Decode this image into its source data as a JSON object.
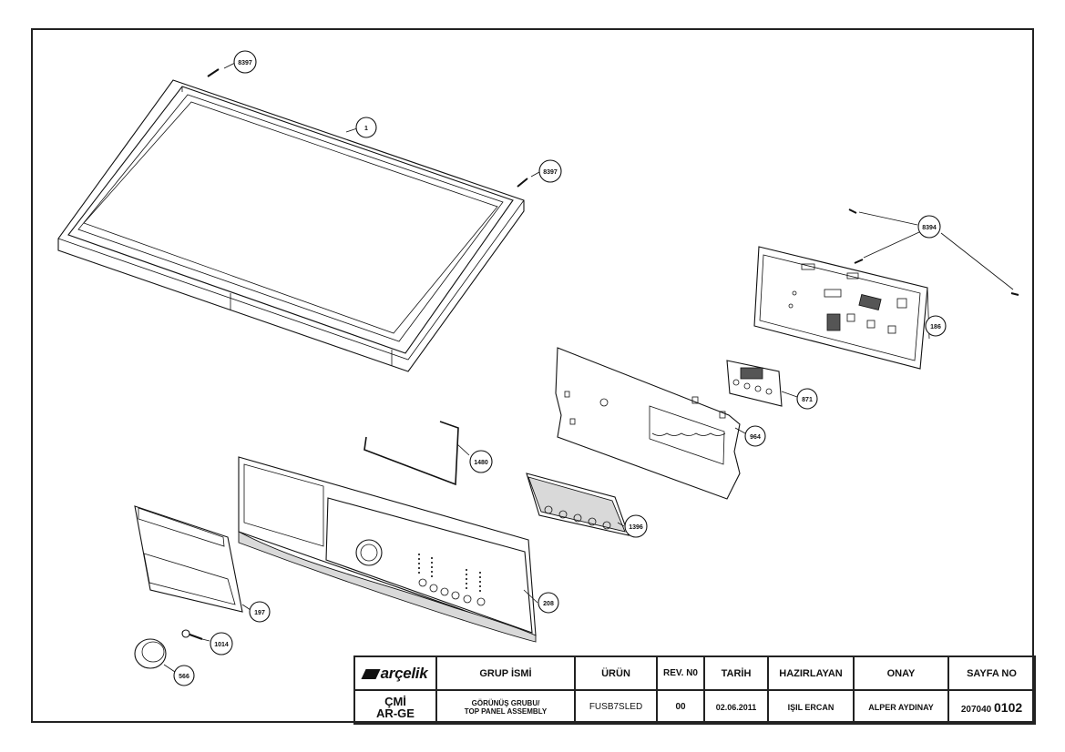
{
  "callouts": {
    "c8397a": "8397",
    "c1": "1",
    "c8397b": "8397",
    "c8394": "8394",
    "c186": "186",
    "c871": "871",
    "c964": "964",
    "c1480": "1480",
    "c1396": "1396",
    "c208": "208",
    "c197": "197",
    "c1014": "1014",
    "c566": "566"
  },
  "title_block": {
    "logo": "arçelik",
    "headers": {
      "grup_ismi": "GRUP İSMİ",
      "urun": "ÜRÜN",
      "rev_no": "REV. N0",
      "tarih": "TARİH",
      "hazirlayan": "HAZIRLAYAN",
      "onay": "ONAY",
      "sayfa_no": "SAYFA NO"
    },
    "values": {
      "dept_line1": "ÇMİ",
      "dept_line2": "AR-GE",
      "grup_line1": "GÖRÜNÜŞ GRUBU/",
      "grup_line2": "TOP PANEL ASSEMBLY",
      "urun": "FUSB7SLED",
      "rev_no": "00",
      "tarih": "02.06.2011",
      "hazirlayan": "IŞIL ERCAN",
      "onay": "ALPER AYDINAY",
      "sayfa_prefix": "207040",
      "sayfa_num": "0102"
    }
  }
}
